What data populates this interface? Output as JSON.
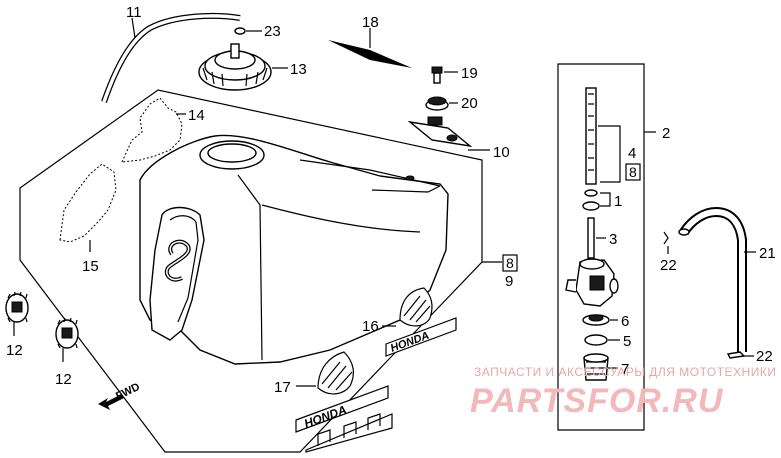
{
  "labels": {
    "p11": "11",
    "p23": "23",
    "p18": "18",
    "p13": "13",
    "p19": "19",
    "p20": "20",
    "p14": "14",
    "p10": "10",
    "p2": "2",
    "p4": "4",
    "p8a": "8",
    "p1": "1",
    "p15": "15",
    "p3": "3",
    "p8b": "8",
    "p9": "9",
    "p21": "21",
    "p22a": "22",
    "p12a": "12",
    "p12b": "12",
    "p16": "16",
    "p6": "6",
    "p5": "5",
    "p17": "17",
    "p7": "7",
    "p22b": "22"
  },
  "fwd_text": "FWD",
  "watermark": {
    "line1": "ЗАПЧАСТИ И АКСЕССУАРЫ ДЛЯ МОТОТЕХНИКИ",
    "line2": "PARTSFOR.RU"
  },
  "emblem_text": {
    "honda_16": "HONDA",
    "honda_17": "HONDA"
  },
  "colors": {
    "line": "#000000",
    "watermark": "#f1b9b9",
    "background": "#ffffff"
  }
}
